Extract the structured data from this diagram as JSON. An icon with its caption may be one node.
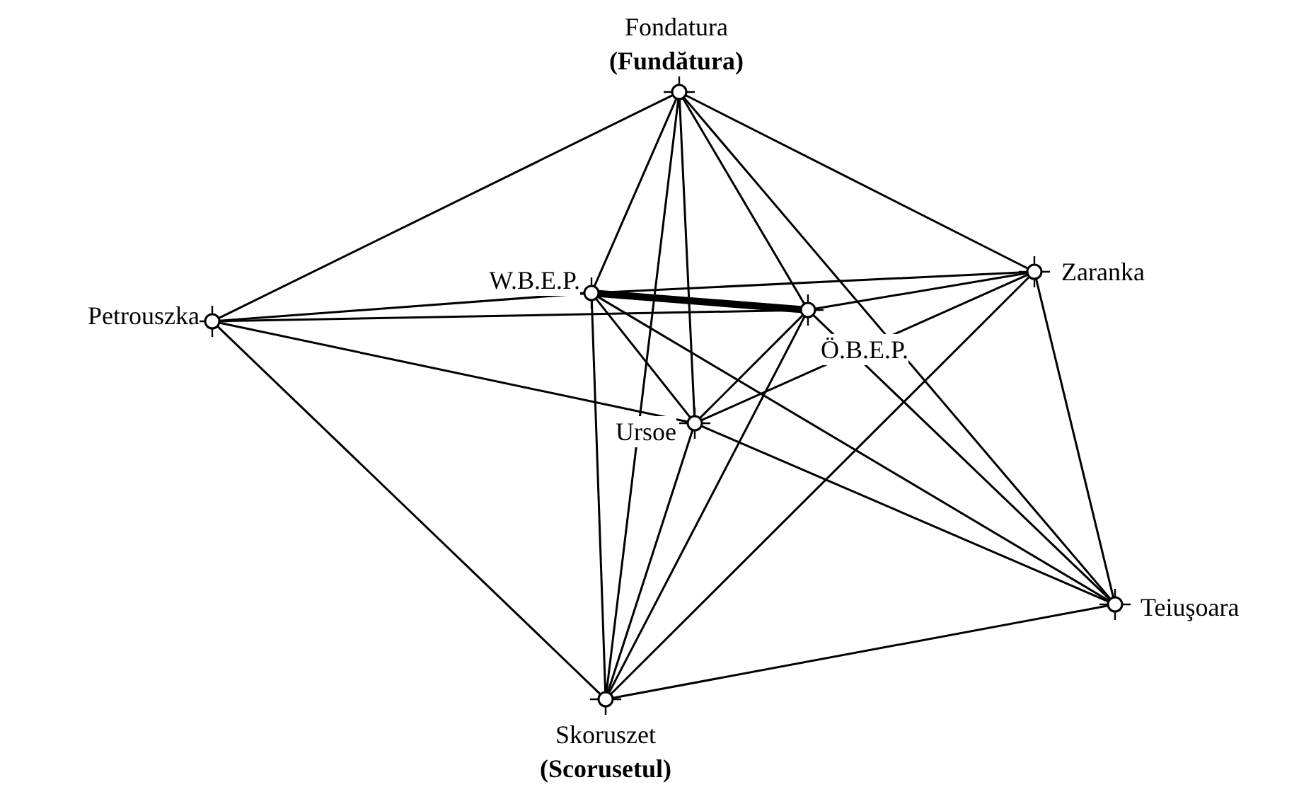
{
  "diagram": {
    "nodes": [
      {
        "text": [],
        "shape": "circle",
        "beside": [
          "Fondatura",
          "(Fundătura)"
        ]
      },
      {
        "text": [],
        "shape": "circle",
        "beside": [
          "Zaranka"
        ]
      },
      {
        "text": [],
        "shape": "circle",
        "beside": [
          "Petrouszka"
        ]
      },
      {
        "text": [],
        "shape": "circle",
        "beside": [
          "W.B.E.P."
        ]
      },
      {
        "text": [],
        "shape": "circle",
        "beside": [
          "Ö.B.E.P."
        ]
      },
      {
        "text": [],
        "shape": "circle",
        "beside": [
          "Ursoe"
        ]
      },
      {
        "text": [],
        "shape": "circle",
        "beside": [
          "Teiuşoara"
        ]
      },
      {
        "text": [],
        "shape": "circle",
        "beside": [
          "Skoruszet",
          "(Scorusetul)"
        ]
      }
    ],
    "edges": [
      {
        "from": 0,
        "to": 2,
        "arrow": "none"
      },
      {
        "from": 0,
        "to": 3,
        "arrow": "none"
      },
      {
        "from": 0,
        "to": 7,
        "arrow": "none"
      },
      {
        "from": 0,
        "to": 5,
        "arrow": "none"
      },
      {
        "from": 0,
        "to": 4,
        "arrow": "none"
      },
      {
        "from": 0,
        "to": 6,
        "arrow": "none"
      },
      {
        "from": 0,
        "to": 1,
        "arrow": "none"
      },
      {
        "from": 2,
        "to": 3,
        "arrow": "none"
      },
      {
        "from": 3,
        "to": 1,
        "arrow": "none"
      },
      {
        "from": 2,
        "to": 4,
        "arrow": "none"
      },
      {
        "from": 2,
        "to": 5,
        "arrow": "none"
      },
      {
        "from": 2,
        "to": 7,
        "arrow": "none"
      },
      {
        "from": 3,
        "to": 4,
        "arrow": "none",
        "style": "thick"
      },
      {
        "from": 3,
        "to": 7,
        "arrow": "none"
      },
      {
        "from": 3,
        "to": 5,
        "arrow": "none"
      },
      {
        "from": 3,
        "to": 6,
        "arrow": "none"
      },
      {
        "from": 4,
        "to": 1,
        "arrow": "none"
      },
      {
        "from": 4,
        "to": 5,
        "arrow": "none"
      },
      {
        "from": 4,
        "to": 7,
        "arrow": "none"
      },
      {
        "from": 4,
        "to": 6,
        "arrow": "none"
      },
      {
        "from": 5,
        "to": 1,
        "arrow": "none"
      },
      {
        "from": 5,
        "to": 6,
        "arrow": "none"
      },
      {
        "from": 5,
        "to": 7,
        "arrow": "none"
      },
      {
        "from": 1,
        "to": 7,
        "arrow": "none"
      },
      {
        "from": 1,
        "to": 6,
        "arrow": "none"
      },
      {
        "from": 7,
        "to": 6,
        "arrow": "none"
      }
    ]
  }
}
